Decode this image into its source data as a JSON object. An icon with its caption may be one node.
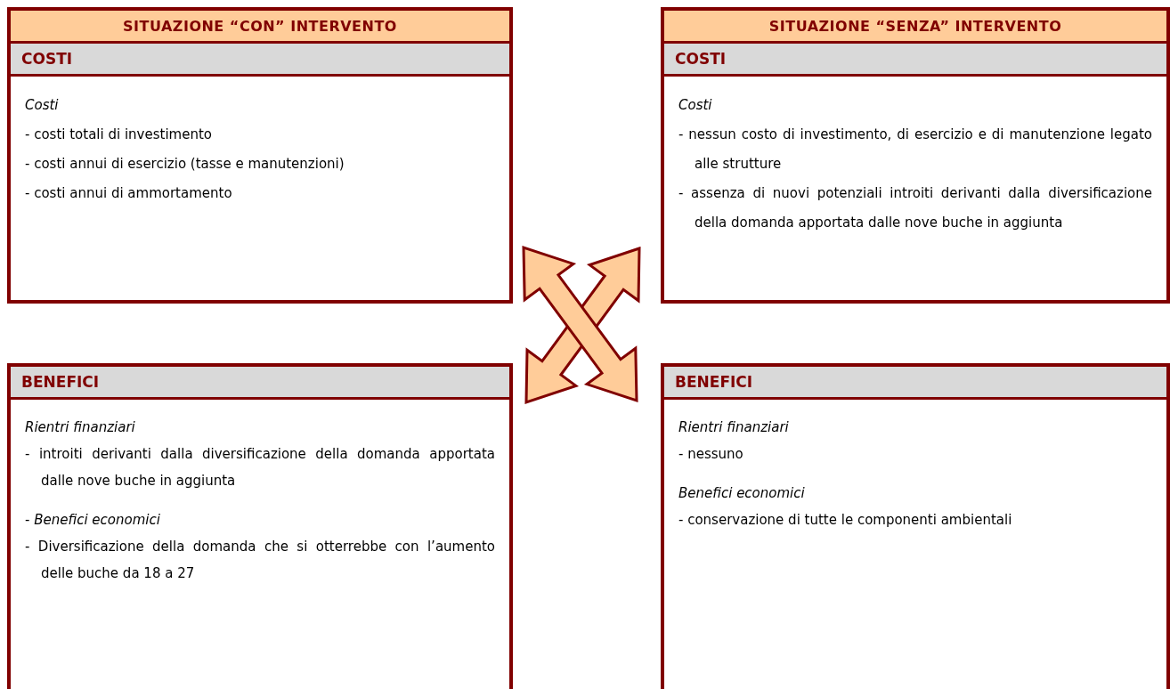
{
  "diagram": {
    "nodes": [
      {
        "text": [
          "Costi",
          "- costi totali di investimento",
          "- costi annui di esercizio (tasse e manutenzioni)",
          "- costi annui di ammortamento"
        ]
      },
      {
        "text": [
          "SITUAZIONE “CON” INTERVENTO"
        ],
        "in": 0
      },
      {
        "text": [
          "COSTI"
        ],
        "in": 0
      },
      {
        "text": [
          "Costi",
          "- nessun costo di investimento, di esercizio e di manutenzione legato alle strutture",
          "- assenza di nuovi potenziali introiti derivanti dalla diversificazione della domanda apportata dalle nove buche in aggiunta"
        ]
      },
      {
        "text": [
          "SITUAZIONE “SENZA” INTERVENTO"
        ],
        "in": 3
      },
      {
        "text": [
          "COSTI"
        ],
        "in": 3
      },
      {
        "text": [
          "Rientri finanziari",
          "- introiti derivanti dalla diversificazione della domanda apportata dalle nove buche in aggiunta",
          "- *Benefici economici*",
          "- Diversificazione della domanda che si otterrebbe con l’aumento delle buche da 18 a 27"
        ]
      },
      {
        "text": [
          "BENEFICI"
        ],
        "in": 6
      },
      {
        "text": [
          "Rientri finanziari",
          "- nessuno",
          "Benefici economici",
          "- conservazione di tutte le componenti ambientali"
        ]
      },
      {
        "text": [
          "BENEFICI"
        ],
        "in": 8
      }
    ],
    "edges": [
      {
        "from": 0,
        "to": 8,
        "arrow": "both"
      },
      {
        "from": 3,
        "to": 6,
        "arrow": "both"
      }
    ]
  }
}
